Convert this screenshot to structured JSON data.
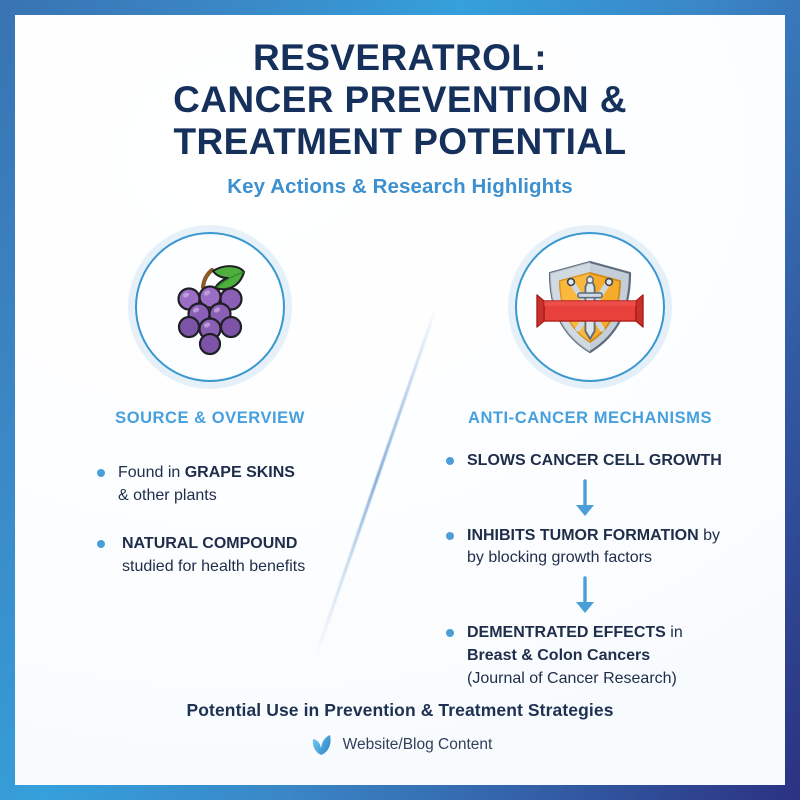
{
  "colors": {
    "title": "#16305c",
    "subtitle": "#3d90cf",
    "heading": "#46a0dd",
    "bullet_dot": "#4a9fd8",
    "body_text": "#1e2d4a",
    "arrow": "#4a9fd8",
    "border_top_left": "#3873b3",
    "border_top_right": "#35a0db",
    "border_bottom_right": "#3464ab",
    "border_bottom_left": "#2b3182",
    "icon_ring": "#3a97cf",
    "grape_purple": "#8a5fb5",
    "grape_leaf_green": "#4fae3e",
    "shield_gold": "#f5ab2b",
    "shield_silver": "#b9c4ce",
    "banner_red": "#e03a34"
  },
  "header": {
    "title_lines": [
      "RESVERATROL:",
      "CANCER PREVENTION &",
      "TREATMENT POTENTIAL"
    ],
    "subtitle": "Key Actions & Research Highlights"
  },
  "columns": [
    {
      "id": "source-overview",
      "icon": "grapes-icon",
      "heading": "SOURCE & OVERVIEW",
      "bullets": [
        {
          "lines": [
            {
              "segments": [
                {
                  "text": "Found in ",
                  "bold": false
                },
                {
                  "text": "GRAPE SKINS",
                  "bold": true
                }
              ]
            },
            {
              "segments": [
                {
                  "text": "& other plants",
                  "bold": false
                }
              ]
            }
          ]
        },
        {
          "lines": [
            {
              "segments": [
                {
                  "text": "NATURAL COMPOUND",
                  "bold": true
                }
              ]
            },
            {
              "segments": [
                {
                  "text": "studied for health benefits",
                  "bold": false
                }
              ]
            }
          ]
        }
      ]
    },
    {
      "id": "anti-cancer-mechanisms",
      "icon": "shield-swords-icon",
      "heading": "ANTI-CANCER MECHANISMS",
      "bullets": [
        {
          "lines": [
            {
              "segments": [
                {
                  "text": "SLOWS CANCER CELL GROWTH",
                  "bold": true
                }
              ]
            }
          ]
        },
        {
          "lines": [
            {
              "segments": [
                {
                  "text": "INHIBITS TUMOR FORMATION",
                  "bold": true
                },
                {
                  "text": " by",
                  "bold": false
                }
              ]
            },
            {
              "segments": [
                {
                  "text": "by blocking growth factors",
                  "bold": false
                }
              ]
            }
          ]
        },
        {
          "lines": [
            {
              "segments": [
                {
                  "text": "DEMENTRATED EFFECTS",
                  "bold": true
                },
                {
                  "text": " in",
                  "bold": false
                }
              ]
            },
            {
              "segments": [
                {
                  "text": "Breast & Colon Cancers",
                  "bold": true
                }
              ]
            },
            {
              "segments": [
                {
                  "text": "(Journal of Cancer Research)",
                  "bold": false
                }
              ]
            }
          ]
        }
      ],
      "arrows": [
        "down-arrow-icon",
        "down-arrow-icon"
      ]
    }
  ],
  "footer": {
    "main": "Potential Use in Prevention & Treatment Strategies",
    "icon": "leaf-icon",
    "label": "Website/Blog Content"
  }
}
